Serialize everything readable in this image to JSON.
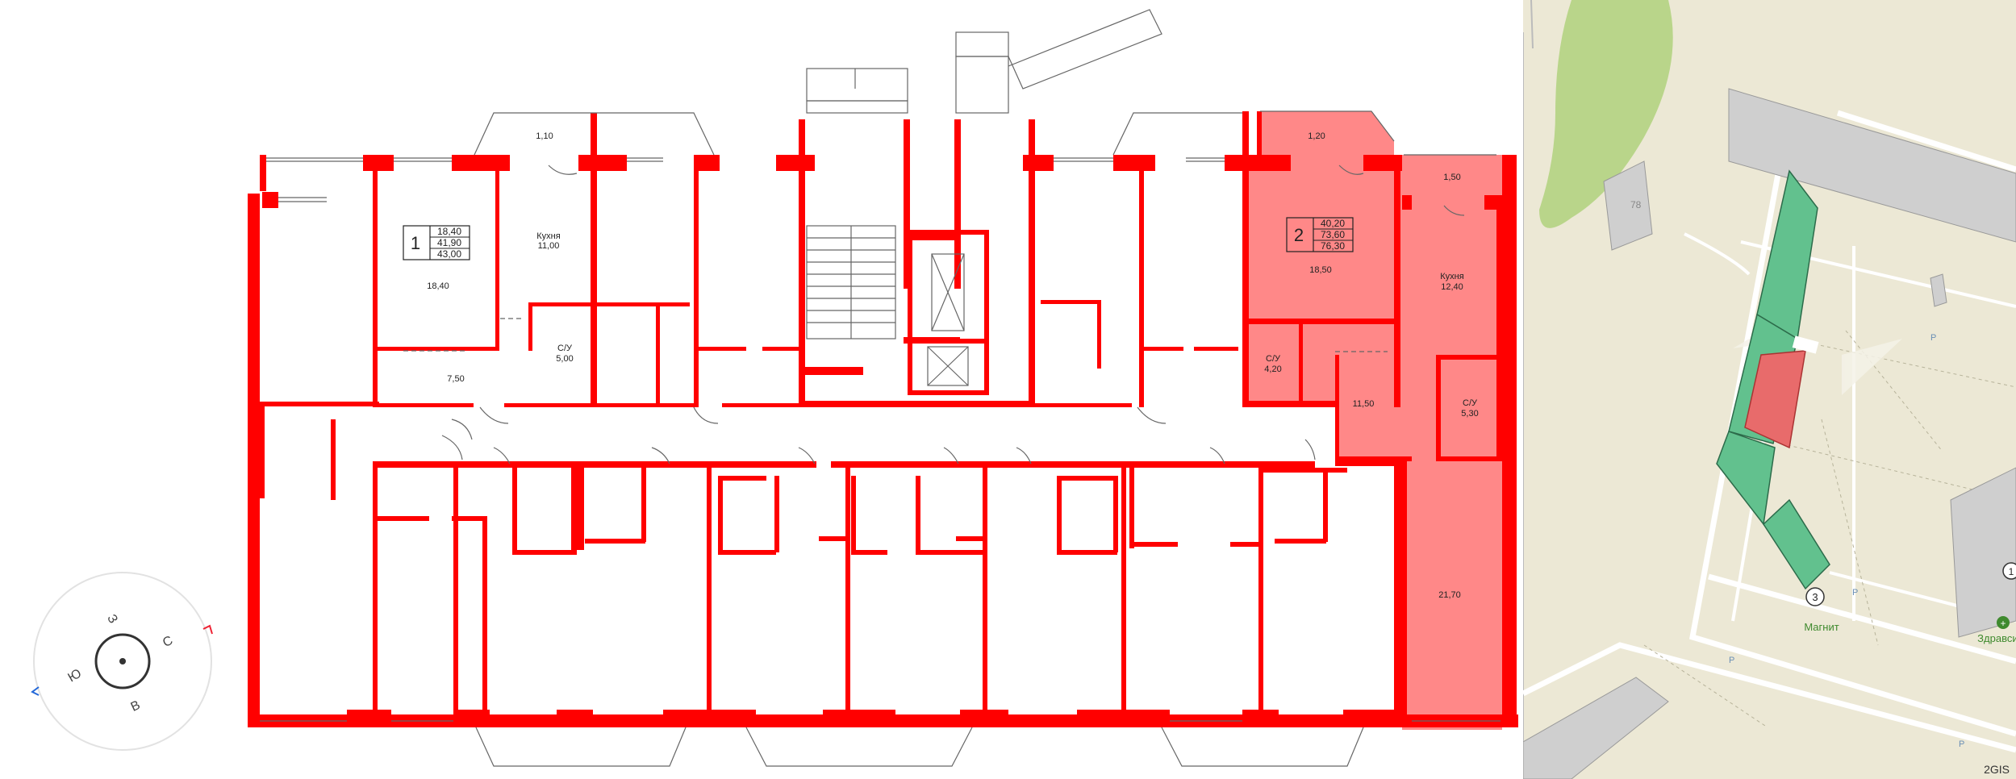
{
  "colors": {
    "wall": "#ff0000",
    "selected_fill": "#ff7b7b",
    "map_bg": "#ece8d5",
    "map_park": "#b9d58a",
    "map_building": "#cfcfcf",
    "map_section_green": "#62c18e",
    "map_section_selected": "#e86b6b",
    "map_label_green": "#3f8a2e"
  },
  "apartments": [
    {
      "number": "1",
      "living_area": "18,40",
      "total_area": "41,90",
      "total_with_balcony": "43,00"
    },
    {
      "number": "2",
      "living_area": "40,20",
      "total_area": "73,60",
      "total_with_balcony": "76,30"
    }
  ],
  "rooms": {
    "a1_balcony": "1,10",
    "a1_kitchen_label": "Кухня",
    "a1_kitchen_area": "11,00",
    "a1_room": "18,40",
    "a1_bath_label": "С/У",
    "a1_bath_area": "5,00",
    "a1_hall": "7,50",
    "a2_balcony_left": "1,20",
    "a2_balcony_right": "1,50",
    "a2_room": "18,50",
    "a2_kitchen_label": "Кухня",
    "a2_kitchen_area": "12,40",
    "a2_bath1_label": "С/У",
    "a2_bath1_area": "4,20",
    "a2_hall": "11,50",
    "a2_bath2_label": "С/У",
    "a2_bath2_area": "5,30",
    "a2_room2": "21,70"
  },
  "compass": {
    "north": "С",
    "south": "Ю",
    "east": "В",
    "west": "З"
  },
  "map": {
    "building_number": "78",
    "poi_number": "3",
    "poi_shop": "Магнит",
    "poi_pharmacy": "Здравсити",
    "poi_right_badge": "1",
    "parking": "P",
    "copyright": "2GIS"
  }
}
